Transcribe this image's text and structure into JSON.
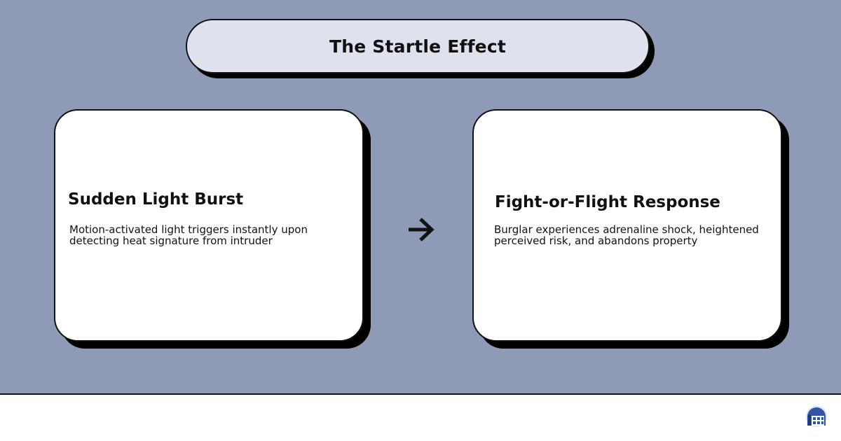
{
  "title": "The Startle Effect",
  "steps": [
    {
      "heading": "Sudden Light Burst",
      "description": "Motion-activated light triggers instantly upon detecting heat signature from intruder"
    },
    {
      "heading": "Fight-or-Flight Response",
      "description": "Burglar experiences adrenaline shock, heightened perceived risk, and abandons property"
    }
  ],
  "connector_icon": "right-arrow-icon",
  "brand_icon": "house-logo-icon",
  "colors": {
    "background": "#8f9bb6",
    "title_fill": "#dfe2ec",
    "card_fill": "#ffffff",
    "outline": "#111111",
    "logo_blue": "#2f55a4"
  }
}
